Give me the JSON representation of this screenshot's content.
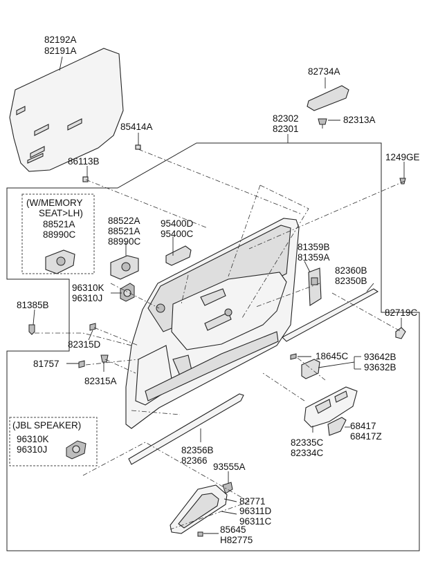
{
  "diagram": {
    "callouts": {
      "c82192": [
        "82192A",
        "82191A"
      ],
      "c82734": [
        "82734A"
      ],
      "c82313": [
        "82313A"
      ],
      "c85414": [
        "85414A"
      ],
      "c82302": [
        "82302",
        "82301"
      ],
      "c86113": [
        "86113B"
      ],
      "c1249": [
        "1249GE"
      ],
      "c95400": [
        "95400D",
        "95400C"
      ],
      "c88522": [
        "88522A",
        "88521A",
        "88990C"
      ],
      "c81359": [
        "81359B",
        "81359A"
      ],
      "c82360": [
        "82360B",
        "82350B"
      ],
      "c96310a": [
        "96310K",
        "96310J"
      ],
      "c81385": [
        "81385B"
      ],
      "c82719": [
        "82719C"
      ],
      "c82315d": [
        "82315D"
      ],
      "c18645": [
        "18645C"
      ],
      "c93642": [
        "93642B",
        "93632B"
      ],
      "c81757": [
        "81757"
      ],
      "c82315a": [
        "82315A"
      ],
      "c68417": [
        "68417",
        "68417Z"
      ],
      "c82335": [
        "82335C",
        "82334C"
      ],
      "c82356": [
        "82356B",
        "82366"
      ],
      "c93555": [
        "93555A"
      ],
      "c82771": [
        "82771"
      ],
      "c96311": [
        "96311D",
        "96311C"
      ],
      "c85645": [
        "85645",
        "H82775"
      ]
    },
    "memory_box": {
      "title": [
        "(W/MEMORY",
        "SEAT>LH)"
      ],
      "parts": [
        "88521A",
        "88990C"
      ]
    },
    "jbl_box": {
      "title": "(JBL SPEAKER)",
      "parts": [
        "96310K",
        "96310J"
      ]
    }
  }
}
